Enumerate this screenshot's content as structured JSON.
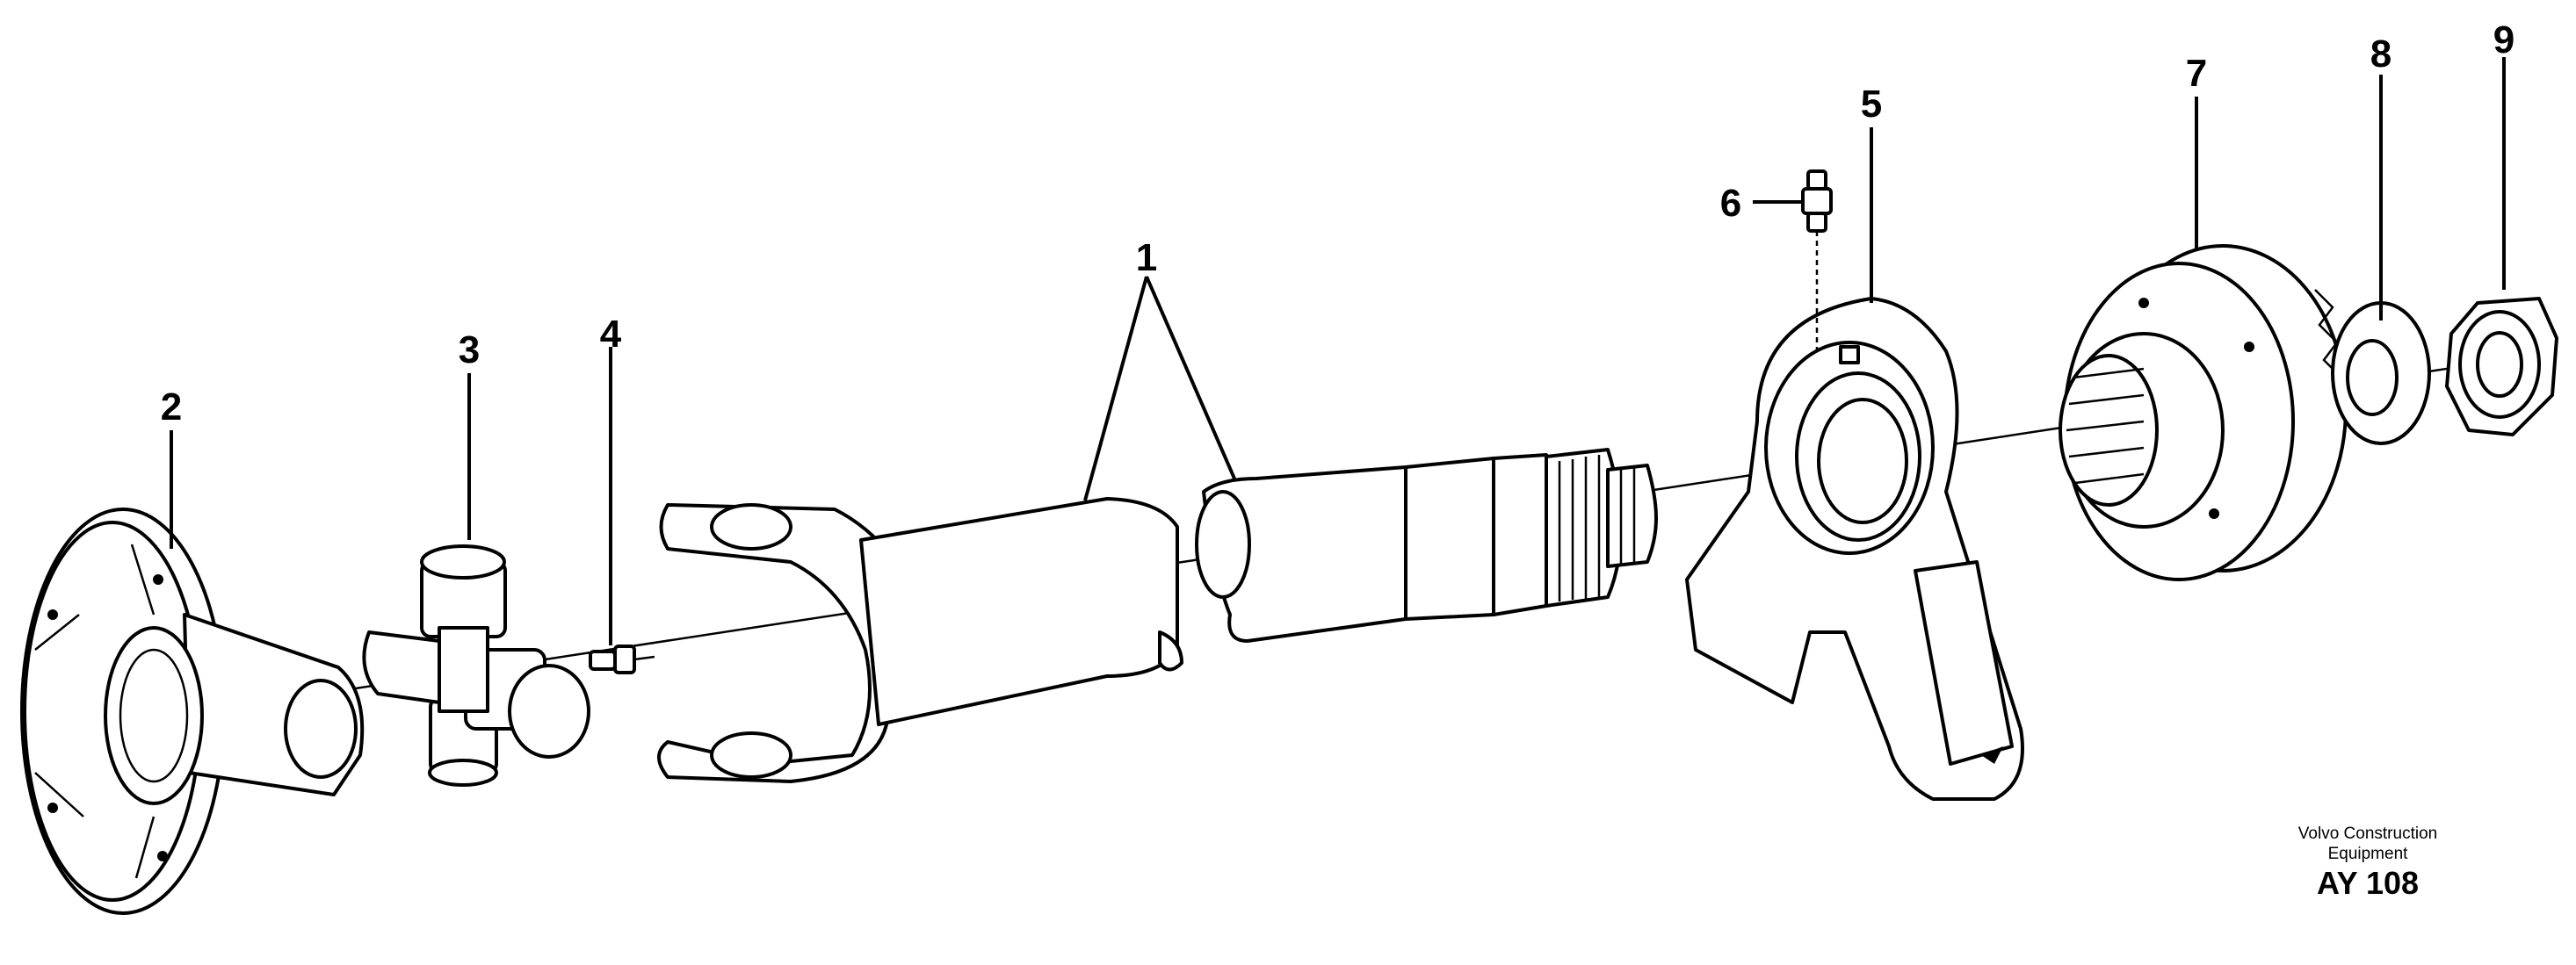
{
  "diagram": {
    "callouts": [
      {
        "id": "1",
        "label": "1"
      },
      {
        "id": "2",
        "label": "2"
      },
      {
        "id": "3",
        "label": "3"
      },
      {
        "id": "4",
        "label": "4"
      },
      {
        "id": "5",
        "label": "5"
      },
      {
        "id": "6",
        "label": "6"
      },
      {
        "id": "7",
        "label": "7"
      },
      {
        "id": "8",
        "label": "8"
      },
      {
        "id": "9",
        "label": "9"
      }
    ],
    "credit": {
      "line1": "Volvo Construction",
      "line2": "Equipment",
      "code": "AY 108"
    }
  }
}
